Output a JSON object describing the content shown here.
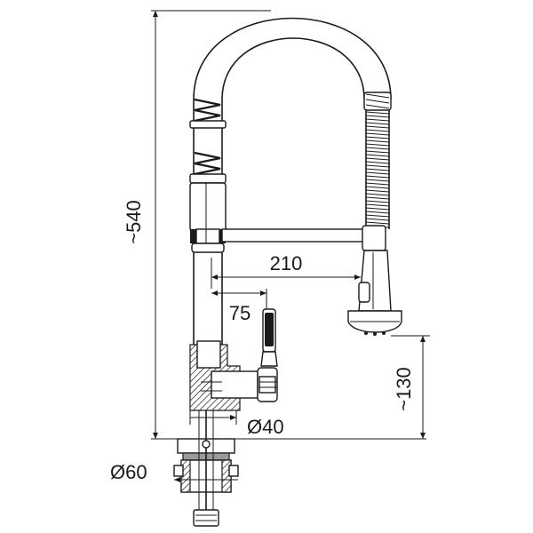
{
  "dimensions": {
    "height_total": "~540",
    "spout_reach": "210",
    "handle_offset": "75",
    "spray_height": "~130",
    "hole_diameter": "Ø40",
    "flange_diameter": "Ø60"
  }
}
